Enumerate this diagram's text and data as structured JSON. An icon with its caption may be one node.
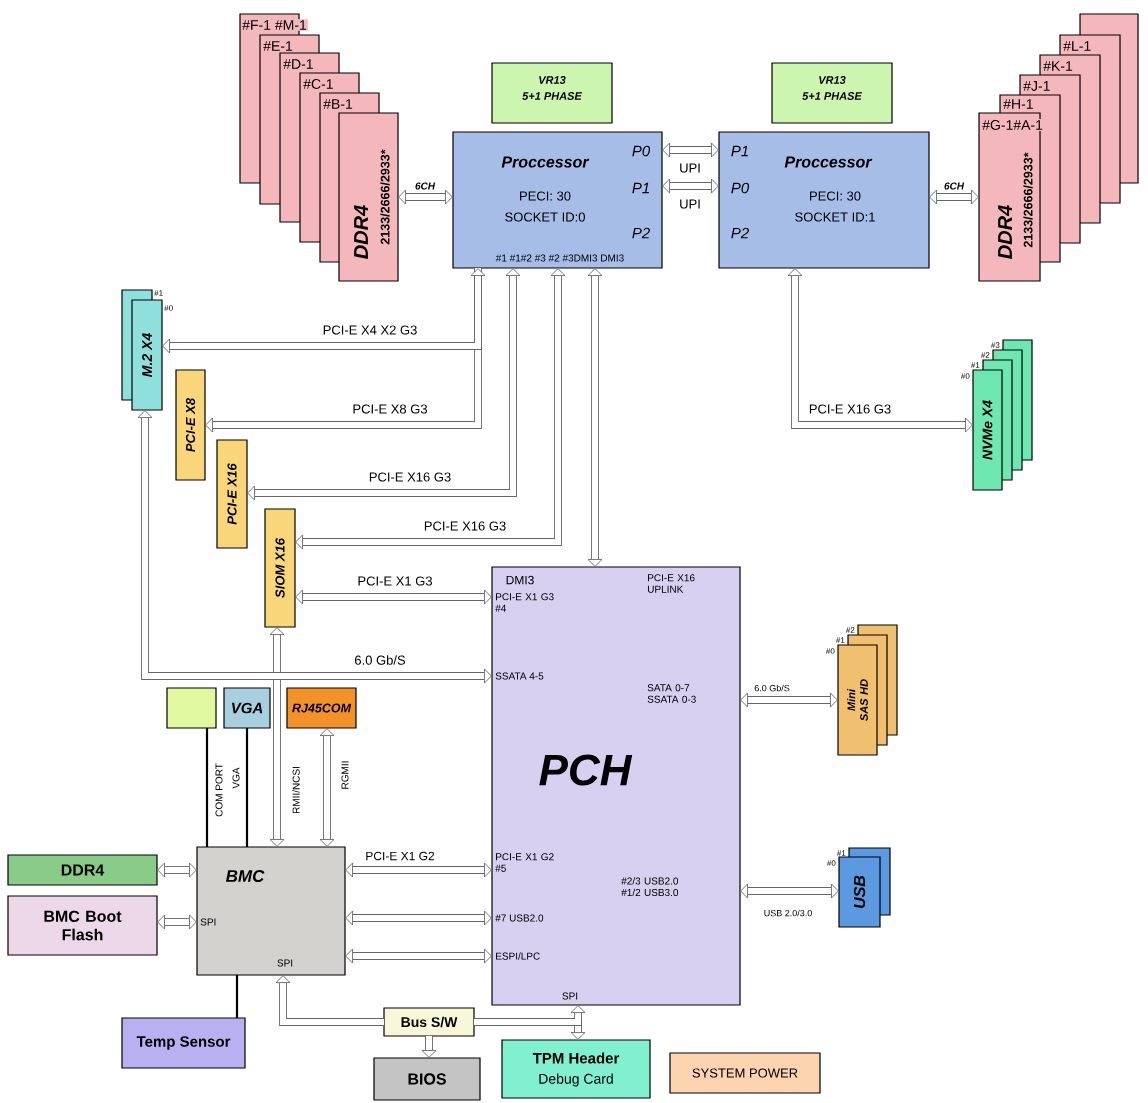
{
  "diagram": {
    "nodes": [
      {
        "text": [
          "DDR4",
          "2133/2666/2933*"
        ]
      },
      {
        "text": [
          "VR13",
          "5+1 PHASE"
        ]
      },
      {
        "text": [
          "VR13",
          "5+1 PHASE"
        ]
      },
      {
        "text": [
          "Proccessor",
          "PECI: 30",
          "SOCKET ID:0",
          "P0",
          "P1",
          "P2",
          "#1 #1#2 #3 #2 #3DMI3 DMI3"
        ]
      },
      {
        "text": [
          "Proccessor",
          "PECI: 30",
          "SOCKET ID:1",
          "P1",
          "P0",
          "P2"
        ]
      },
      {
        "text": [
          "#G-1#A-1",
          "DDR4",
          "2133/2666/2933*"
        ]
      },
      {
        "text": [
          "M.2 X4"
        ],
        "beside": [
          "#0"
        ]
      },
      {
        "text": [
          "PCI-E X8"
        ]
      },
      {
        "text": [
          "PCI-E X16"
        ]
      },
      {
        "text": [
          "SIOM X16"
        ]
      },
      {
        "text": [
          "NVMe X4"
        ],
        "beside": [
          "#0"
        ]
      },
      {
        "text": [
          "PCH",
          "DMI3",
          "PCI-E X16 UPLINK",
          "PCI-E X1 G3 #4",
          "SSATA 4-5",
          "SATA 0-7 SSATA 0-3",
          "PCI-E X1 G2 #5",
          "#7 USB2.0",
          "ESPI/LPC",
          "#2/3 USB2.0 #1/2 USB3.0",
          "SPI"
        ]
      },
      {
        "text": [
          "Mini SAS HD"
        ],
        "beside": [
          "#0"
        ]
      },
      {
        "text": [
          "USB"
        ],
        "beside": [
          "#0"
        ]
      },
      {
        "text": [],
        "shape": "box"
      },
      {
        "text": [
          "VGA"
        ]
      },
      {
        "text": [
          "RJ45COM"
        ]
      },
      {
        "text": [
          "DDR4"
        ]
      },
      {
        "text": [
          "BMC Boot Flash"
        ]
      },
      {
        "text": [
          "BMC",
          "SPI",
          "SPI"
        ]
      },
      {
        "text": [
          "Temp Sensor"
        ]
      },
      {
        "text": [
          "Bus S/W"
        ]
      },
      {
        "text": [
          "BIOS"
        ]
      },
      {
        "text": [
          "TPM Header",
          "Debug Card"
        ]
      },
      {
        "text": [
          "SYSTEM POWER"
        ]
      }
    ],
    "edges": [
      {
        "from": 0,
        "to": 3,
        "arrow": "both",
        "label": "6CH"
      },
      {
        "from": 3,
        "to": 4,
        "arrow": "both",
        "label": "UPI"
      },
      {
        "from": 3,
        "to": 4,
        "arrow": "both",
        "label": "UPI"
      },
      {
        "from": 4,
        "to": 5,
        "arrow": "both",
        "label": "6CH"
      },
      {
        "from": 3,
        "to": 6,
        "arrow": "both",
        "label": "PCI-E X4 X2 G3"
      },
      {
        "from": 3,
        "to": 7,
        "arrow": "to",
        "label": "PCI-E X8 G3"
      },
      {
        "from": 3,
        "to": 8,
        "arrow": "both",
        "label": "PCI-E X16 G3"
      },
      {
        "from": 3,
        "to": 9,
        "arrow": "both",
        "label": "PCI-E X16 G3"
      },
      {
        "from": 3,
        "to": 11,
        "arrow": "both"
      },
      {
        "from": 4,
        "to": 10,
        "arrow": "both",
        "label": "PCI-E X16 G3"
      },
      {
        "from": 9,
        "to": 11,
        "arrow": "both",
        "label": "PCI-E X1 G3"
      },
      {
        "from": 11,
        "to": 6,
        "arrow": "both",
        "label": "6.0 Gb/S"
      },
      {
        "from": 11,
        "to": 12,
        "arrow": "both",
        "label": "6.0 Gb/S"
      },
      {
        "from": 19,
        "to": 9,
        "arrow": "both",
        "label": "RMII/NCSI"
      },
      {
        "from": 19,
        "to": 16,
        "arrow": "both",
        "label": "RGMII"
      },
      {
        "from": 14,
        "to": 19,
        "arrow": "none",
        "color": "#000000",
        "label": "COM PORT"
      },
      {
        "from": 15,
        "to": 19,
        "arrow": "none",
        "color": "#000000",
        "label": "VGA"
      },
      {
        "from": 17,
        "to": 19,
        "arrow": "both"
      },
      {
        "from": 18,
        "to": 19,
        "arrow": "both"
      },
      {
        "from": 19,
        "to": 11,
        "arrow": "both",
        "label": "PCI-E X1 G2"
      },
      {
        "from": 19,
        "to": 11,
        "arrow": "both"
      },
      {
        "from": 19,
        "to": 11,
        "arrow": "both"
      },
      {
        "from": 11,
        "to": 13,
        "arrow": "both",
        "label": "USB 2.0/3.0"
      },
      {
        "from": 19,
        "to": 20,
        "arrow": "none",
        "color": "#000000"
      },
      {
        "from": 21,
        "to": 19,
        "arrow": "to"
      },
      {
        "from": 21,
        "to": 11,
        "arrow": "to"
      },
      {
        "from": 21,
        "to": 23,
        "arrow": "to"
      },
      {
        "from": 21,
        "to": 22,
        "arrow": "to"
      }
    ],
    "labels": [
      "#F-1 #M-1",
      "#E-1",
      "#D-1",
      "#C-1",
      "#B-1",
      "#L-1",
      "#K-1",
      "#J-1",
      "#H-1",
      "#1",
      "#3",
      "#2",
      "#1",
      "#2",
      "#1",
      "#1"
    ]
  }
}
